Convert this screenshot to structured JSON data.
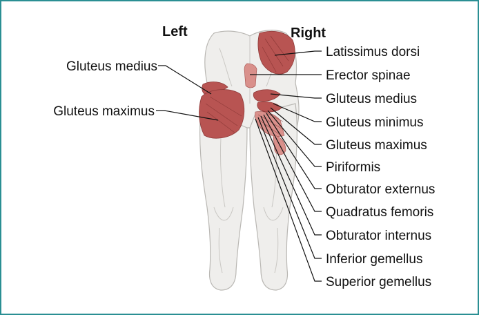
{
  "side_labels": {
    "left": "Left",
    "right": "Right"
  },
  "left_labels": [
    "Gluteus medius",
    "Gluteus maximus"
  ],
  "right_labels": [
    "Latissimus dorsi",
    "Erector spinae",
    "Gluteus medius",
    "Gluteus minimus",
    "Gluteus maximus",
    "Piriformis",
    "Obturator externus",
    "Quadratus femoris",
    "Obturator internus",
    "Inferior gemellus",
    "Superior gemellus"
  ],
  "colors": {
    "border": "#2a8f93",
    "muscle": "#b85452",
    "skin": "#efeeec"
  }
}
